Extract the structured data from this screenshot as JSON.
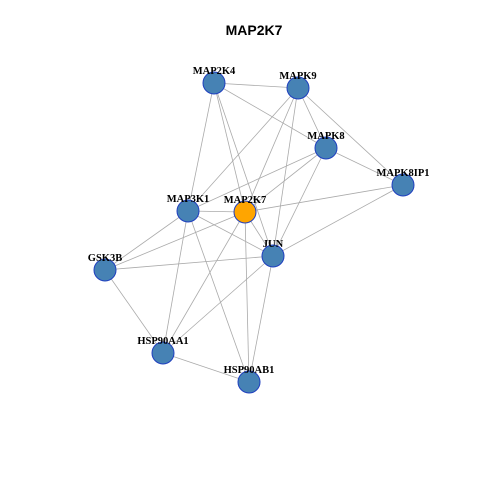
{
  "title": "MAP2K7",
  "colors": {
    "node": "#4682b4",
    "center": "#ffa500",
    "edge": "#aaaaaa",
    "outline": "#1f3fbf"
  },
  "nodes": [
    {
      "id": "MAP2K4",
      "label": "MAP2K4",
      "center": false
    },
    {
      "id": "MAPK9",
      "label": "MAPK9",
      "center": false
    },
    {
      "id": "MAPK8",
      "label": "MAPK8",
      "center": false
    },
    {
      "id": "MAPK8IP1",
      "label": "MAPK8IP1",
      "center": false
    },
    {
      "id": "MAP3K1",
      "label": "MAP3K1",
      "center": false
    },
    {
      "id": "MAP2K7",
      "label": "MAP2K7",
      "center": true
    },
    {
      "id": "JUN",
      "label": "JUN",
      "center": false
    },
    {
      "id": "GSK3B",
      "label": "GSK3B",
      "center": false
    },
    {
      "id": "HSP90AA1",
      "label": "HSP90AA1",
      "center": false
    },
    {
      "id": "HSP90AB1",
      "label": "HSP90AB1",
      "center": false
    }
  ],
  "edges": [
    [
      "MAP2K4",
      "MAPK9"
    ],
    [
      "MAP2K4",
      "MAPK8"
    ],
    [
      "MAP2K4",
      "MAP2K7"
    ],
    [
      "MAP2K4",
      "MAP3K1"
    ],
    [
      "MAP2K4",
      "JUN"
    ],
    [
      "MAPK9",
      "MAPK8"
    ],
    [
      "MAPK9",
      "MAPK8IP1"
    ],
    [
      "MAPK9",
      "MAP2K7"
    ],
    [
      "MAPK9",
      "MAP3K1"
    ],
    [
      "MAPK9",
      "JUN"
    ],
    [
      "MAPK8",
      "MAPK8IP1"
    ],
    [
      "MAPK8",
      "MAP2K7"
    ],
    [
      "MAPK8",
      "MAP3K1"
    ],
    [
      "MAPK8",
      "JUN"
    ],
    [
      "MAPK8IP1",
      "MAP2K7"
    ],
    [
      "MAPK8IP1",
      "JUN"
    ],
    [
      "MAP3K1",
      "MAP2K7"
    ],
    [
      "MAP3K1",
      "JUN"
    ],
    [
      "MAP3K1",
      "GSK3B"
    ],
    [
      "MAP3K1",
      "HSP90AA1"
    ],
    [
      "MAP3K1",
      "HSP90AB1"
    ],
    [
      "MAP2K7",
      "JUN"
    ],
    [
      "MAP2K7",
      "GSK3B"
    ],
    [
      "MAP2K7",
      "HSP90AA1"
    ],
    [
      "MAP2K7",
      "HSP90AB1"
    ],
    [
      "JUN",
      "GSK3B"
    ],
    [
      "JUN",
      "HSP90AA1"
    ],
    [
      "JUN",
      "HSP90AB1"
    ],
    [
      "GSK3B",
      "HSP90AA1"
    ],
    [
      "HSP90AA1",
      "HSP90AB1"
    ]
  ]
}
